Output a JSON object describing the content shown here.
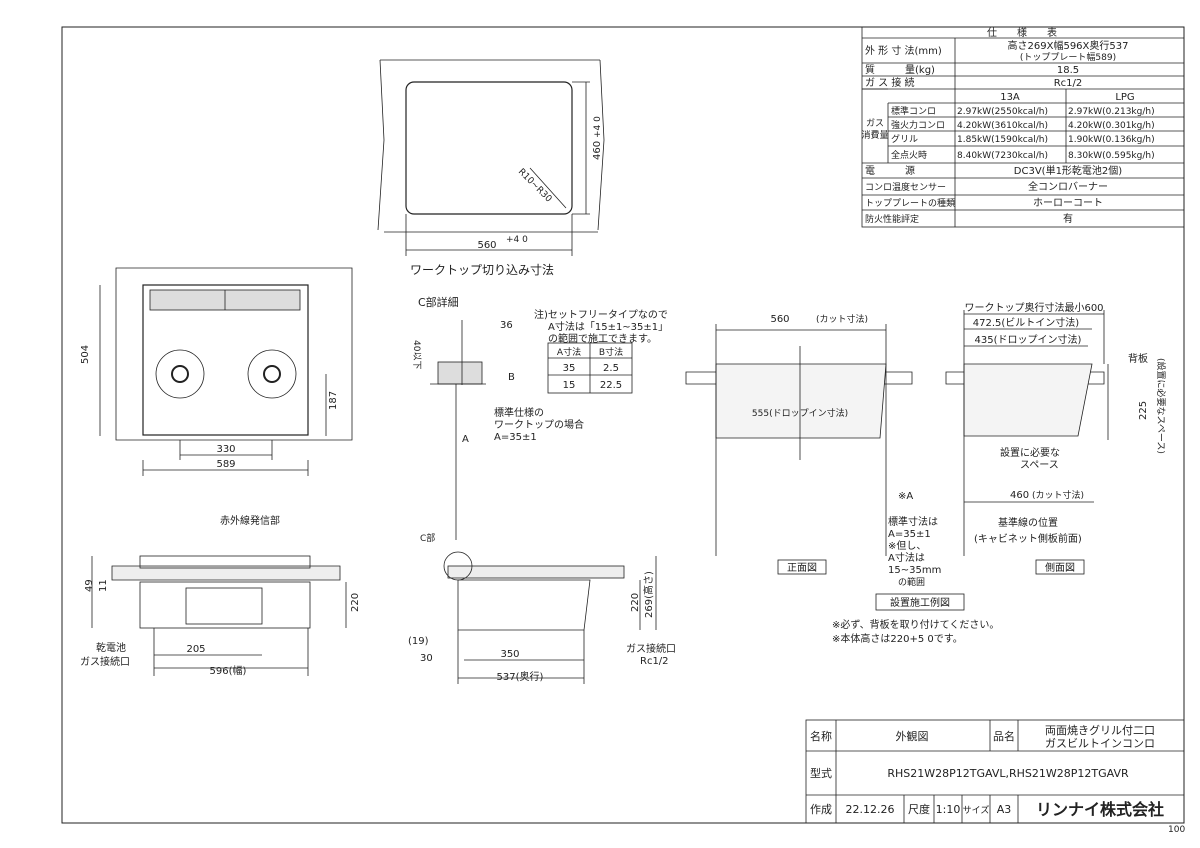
{
  "spec_table": {
    "title": "仕　　様　　表",
    "rows": [
      {
        "label": "外 形 寸 法(mm)",
        "value": "高さ269X幅596X奥行537",
        "value2": "(トッププレート幅589)"
      },
      {
        "label": "質　　　量(kg)",
        "value": "18.5"
      },
      {
        "label": "ガ ス 接 続",
        "value": "Rc1/2"
      }
    ],
    "gas_header": {
      "col_13a": "13A",
      "col_lpg": "LPG"
    },
    "gas_group_label_1": "ガス",
    "gas_group_label_2": "消費量",
    "gas_rows": [
      {
        "label": "標準コンロ",
        "a13": "2.97kW(2550kcal/h)",
        "lpg": "2.97kW(0.213kg/h)"
      },
      {
        "label": "強火力コンロ",
        "a13": "4.20kW(3610kcal/h)",
        "lpg": "4.20kW(0.301kg/h)"
      },
      {
        "label": "グリル",
        "a13": "1.85kW(1590kcal/h)",
        "lpg": "1.90kW(0.136kg/h)"
      },
      {
        "label": "全点火時",
        "a13": "8.40kW(7230kcal/h)",
        "lpg": "8.30kW(0.595kg/h)"
      }
    ],
    "rows_after": [
      {
        "label": "電　　　源",
        "value": "DC3V(単1形乾電池2個)"
      },
      {
        "label": "コンロ温度センサー",
        "value": "全コンロバーナー"
      },
      {
        "label": "トッププレートの種類",
        "value": "ホーローコート"
      },
      {
        "label": "防火性能評定",
        "value": "有"
      }
    ]
  },
  "cutout": {
    "caption": "ワークトップ切り込み寸法",
    "width_label": "560",
    "width_tol": "+4 0",
    "height_label": "460",
    "height_tol": "+4 0",
    "radius_label": "R10~R30"
  },
  "top_view": {
    "dim_504": "504",
    "dim_187": "187",
    "dim_330": "330",
    "dim_589": "589"
  },
  "front_view": {
    "ir_label": "赤外線発信部",
    "dim_49": "49",
    "dim_11": "11",
    "dim_220": "220",
    "dim_205": "205",
    "dim_596": "596(幅)",
    "battery_label": "乾電池",
    "gas_label": "ガス接続口"
  },
  "c_detail": {
    "title": "C部詳細",
    "dim_36": "36",
    "dim_40": "40以下",
    "label_b": "B",
    "label_a": "A",
    "note_std_1": "標準仕様の",
    "note_std_2": "ワークトップの場合",
    "note_std_3": "A=35±1",
    "note_setfree_1": "注)セットフリータイプなので",
    "note_setfree_2": "A寸法は「15±1~35±1」",
    "note_setfree_3": "の範囲で施工できます。",
    "table_header": [
      "A寸法",
      "B寸法"
    ],
    "table_rows": [
      [
        "35",
        "2.5"
      ],
      [
        "15",
        "22.5"
      ]
    ]
  },
  "side_view": {
    "c_part": "C部",
    "dim_220": "220",
    "dim_269": "269(高さ)",
    "dim_19": "(19)",
    "dim_30": "30",
    "dim_350": "350",
    "dim_537": "537(奥行)",
    "gas_label": "ガス接続口",
    "gas_size": "Rc1/2"
  },
  "install_front": {
    "dim_560": "560",
    "dim_560_note": "(カット寸法)",
    "dim_555": "555(ドロップイン寸法)",
    "caption": "正面図"
  },
  "install_side": {
    "worktop_label": "ワークトップ奥行寸法最小600",
    "dim_4725": "472.5(ビルトイン寸法)",
    "dim_435": "435(ドロップイン寸法)",
    "back_label": "背板",
    "dim_225": "225",
    "space_note": "(設置に必要なスペース)",
    "space_label_1": "設置に必要な",
    "space_label_2": "スペース",
    "star_a": "※A",
    "dim_460": "460",
    "dim_460_note": "(カット寸法)",
    "std_note_1": "標準寸法は",
    "std_note_2": "A=35±1",
    "std_note_3": "※但し、",
    "std_note_4": "A寸法は",
    "std_note_5": "15~35mm",
    "std_note_6": "の範囲",
    "base_line_1": "基準線の位置",
    "base_line_2": "(キャビネット側板前面)",
    "caption": "側面図"
  },
  "install": {
    "title": "設置施工例図",
    "note_1": "※必ず、背板を取り付けてください。",
    "note_2": "※本体高さは220+5 0です。"
  },
  "title_block": {
    "name_label": "名称",
    "name_value": "外観図",
    "product_label": "品名",
    "product_value_1": "両面焼きグリル付二口",
    "product_value_2": "ガスビルトインコンロ",
    "model_label": "型式",
    "model_value": "RHS21W28P12TGAVL,RHS21W28P12TGAVR",
    "made_label": "作成",
    "made_value": "22.12.26",
    "scale_label": "尺度",
    "scale_value": "1:10",
    "size_label": "サイズ",
    "size_value": "A3",
    "company": "リンナイ株式会社",
    "page_code": "100"
  }
}
